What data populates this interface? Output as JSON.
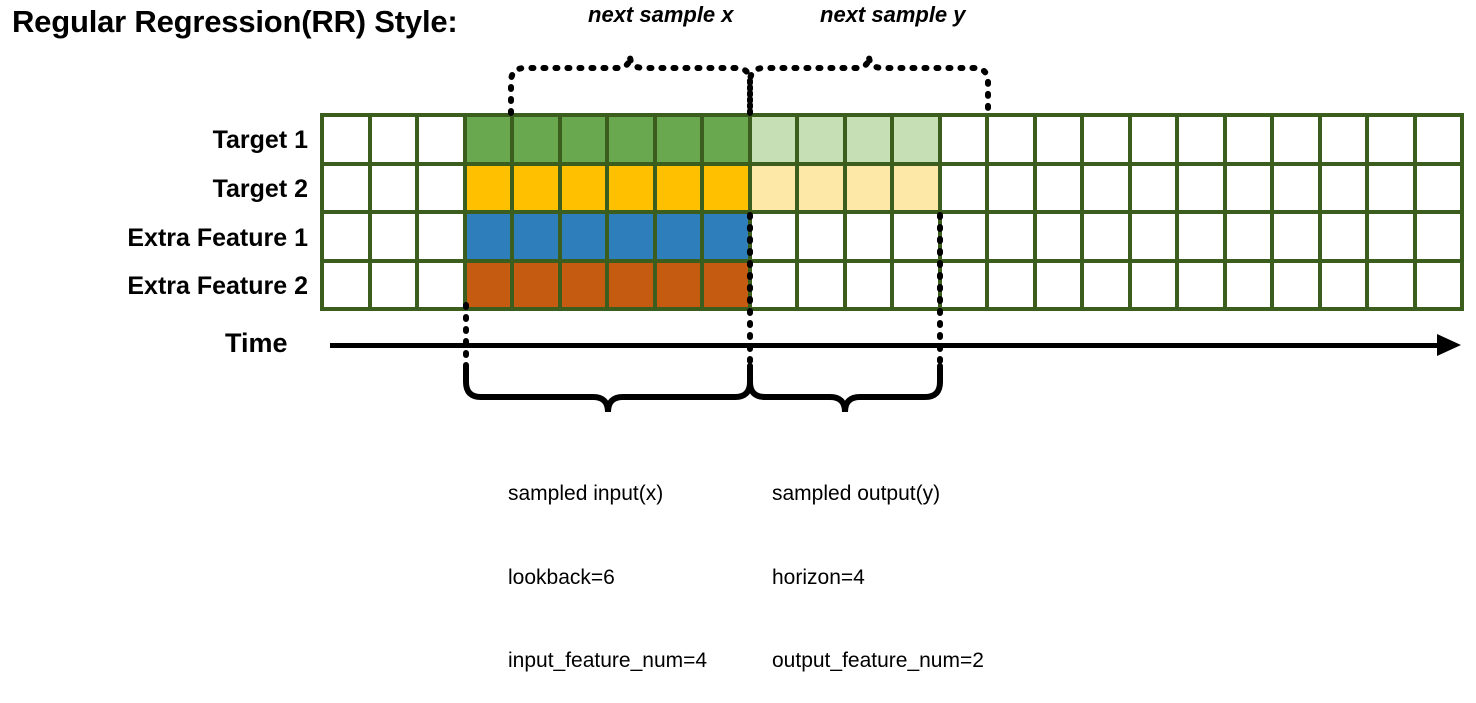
{
  "title": "Regular Regression(RR) Style:",
  "rows": [
    {
      "label": "Target 1",
      "kind": "target",
      "dark_color": "#6aa84f",
      "light_color": "#c6dfb4"
    },
    {
      "label": "Target 2",
      "kind": "target",
      "dark_color": "#ffc000",
      "light_color": "#fde8a8"
    },
    {
      "label": "Extra Feature 1",
      "kind": "feature",
      "dark_color": "#2e7ebb",
      "light_color": "#ffffff"
    },
    {
      "label": "Extra Feature 2",
      "kind": "feature",
      "dark_color": "#c55a11",
      "light_color": "#ffffff"
    }
  ],
  "grid": {
    "total_columns": 24,
    "leading_blank_columns": 3,
    "input_columns": 6,
    "output_columns": 4,
    "empty_color": "#ffffff",
    "border_color": "#3b5e1e"
  },
  "time_axis": {
    "label": "Time"
  },
  "top_annotations": [
    {
      "id": "next-sample-x",
      "text": "next sample x"
    },
    {
      "id": "next-sample-y",
      "text": "next sample y"
    }
  ],
  "bottom_annotations": [
    {
      "id": "sampled-input",
      "line1": "sampled input(x)",
      "line2": "lookback=6",
      "line3": "input_feature_num=4"
    },
    {
      "id": "sampled-output",
      "line1": "sampled output(y)",
      "line2": "horizon=4",
      "line3": "output_feature_num=2"
    }
  ]
}
